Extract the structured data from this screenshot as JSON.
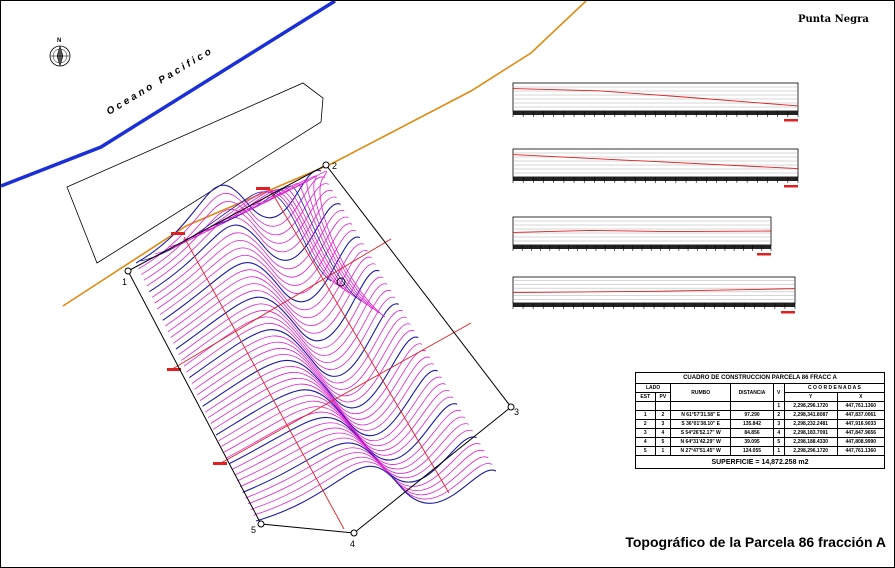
{
  "header": {
    "place_name": "Punta Negra"
  },
  "title": "Topográfico de la Parcela 86 fracción A",
  "ocean_label": "Oceano Pacifico",
  "compass_label": "N",
  "vertices": [
    "1",
    "2",
    "3",
    "4",
    "5"
  ],
  "construction_table": {
    "caption": "CUADRO DE CONSTRUCCION PARCELA 86 FRACC A",
    "col_lado": "LADO",
    "col_est": "EST",
    "col_pv": "PV",
    "col_rumbo": "RUMBO",
    "col_distancia": "DISTANCIA",
    "col_v": "V",
    "col_coordenadas": "C O O R D E N A D A S",
    "col_y": "Y",
    "col_x": "X",
    "first_row": {
      "v": "1",
      "y": "2,298,296.1720",
      "x": "447,761.1360"
    },
    "rows": [
      {
        "est": "1",
        "pv": "2",
        "rumbo": "N 61°57'31.58\" E",
        "distancia": "97.290",
        "v": "2",
        "y": "2,298,341.8087",
        "x": "447,837.0061"
      },
      {
        "est": "2",
        "pv": "3",
        "rumbo": "S 36°01'38.10\" E",
        "distancia": "135.842",
        "v": "3",
        "y": "2,298,232.2481",
        "x": "447,916.9033"
      },
      {
        "est": "3",
        "pv": "4",
        "rumbo": "S 54°26'52.17\" W",
        "distancia": "84.856",
        "v": "4",
        "y": "2,298,183.7091",
        "x": "447,847.9656"
      },
      {
        "est": "4",
        "pv": "5",
        "rumbo": "N 64°31'42.29\" W",
        "distancia": "39.095",
        "v": "5",
        "y": "2,298,188.4330",
        "x": "447,808.9990"
      },
      {
        "est": "5",
        "pv": "1",
        "rumbo": "N 27°47'51.45\" W",
        "distancia": "124.055",
        "v": "1",
        "y": "2,298,296.1720",
        "x": "447,761.1360"
      }
    ],
    "superficie": "SUPERFICIE = 14,872.258 m2"
  },
  "colors": {
    "ocean_line": "#1a2fd6",
    "road_line": "#e08a10",
    "contour_minor": "#e020d0",
    "contour_major": "#1c1ca8",
    "section_line": "#e02020"
  }
}
